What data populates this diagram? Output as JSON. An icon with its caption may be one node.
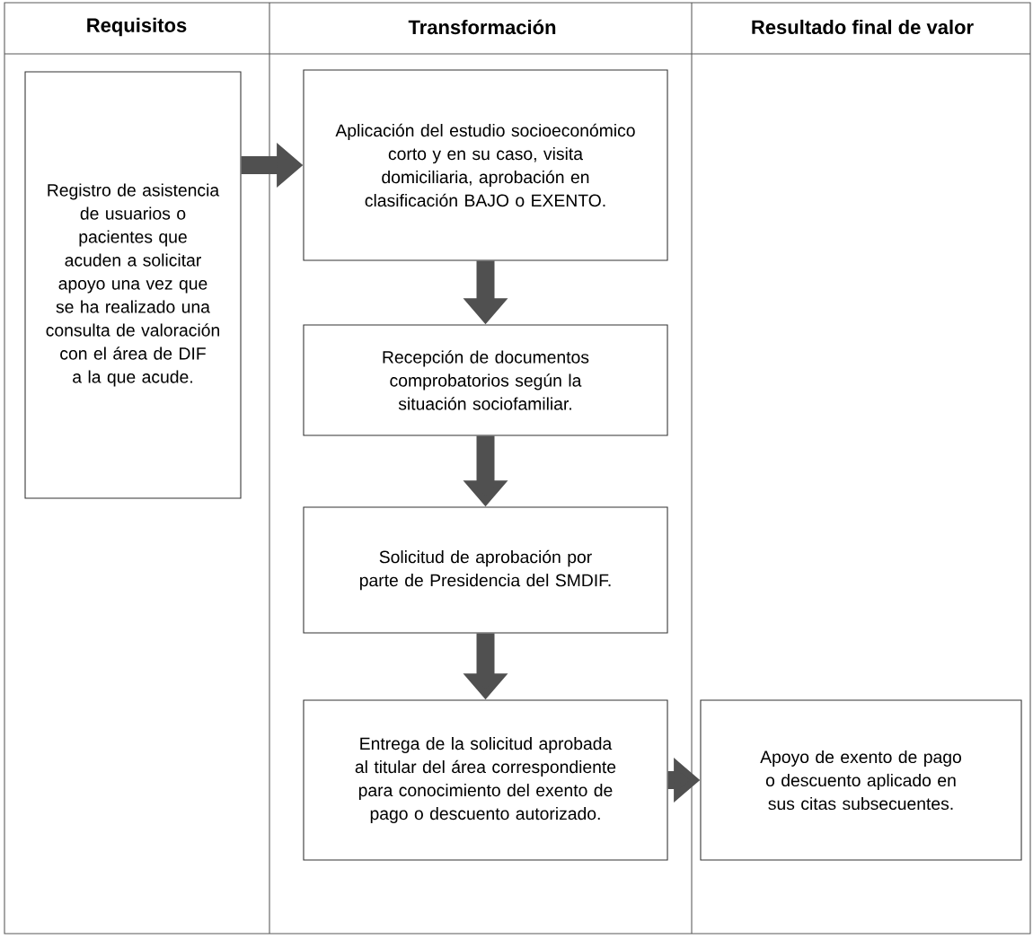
{
  "diagram": {
    "nodes": [
      {
        "text": [
          "Registro de asistencia de usuarios o pacientes que acuden a solicitar apoyo una vez que se ha realizado una consulta de valoración con el área de DIF a la que acude."
        ]
      },
      {
        "text": [
          "Aplicación del estudio socioeconómico corto y en su caso, visita domiciliaria, aprobación en clasificación BAJO o EXENTO."
        ]
      },
      {
        "text": [
          "Recepción de documentos comprobatorios según la situación sociofamiliar."
        ]
      },
      {
        "text": [
          "Solicitud de aprobación por parte de Presidencia del SMDIF."
        ]
      },
      {
        "text": [
          "Entrega de la solicitud aprobada al titular del área correspondiente para conocimiento del exento de pago o descuento autorizado."
        ]
      },
      {
        "text": [
          "Apoyo de exento de pago o descuento aplicado en sus citas subsecuentes."
        ]
      }
    ],
    "edges": [
      {
        "from": 0,
        "to": 1,
        "arrow": "to"
      },
      {
        "from": 1,
        "to": 2,
        "arrow": "to"
      },
      {
        "from": 2,
        "to": 3,
        "arrow": "to"
      },
      {
        "from": 3,
        "to": 4,
        "arrow": "to"
      },
      {
        "from": 4,
        "to": 5,
        "arrow": "to"
      }
    ],
    "labels": [
      "Requisitos",
      "Transformación",
      "Resultado final de valor"
    ]
  }
}
